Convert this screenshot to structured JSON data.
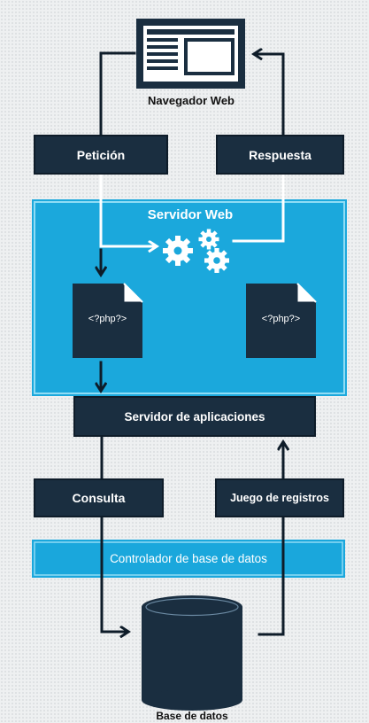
{
  "browser_label": "Navegador Web",
  "request_label": "Petición",
  "response_label": "Respuesta",
  "server_title": "Servidor Web",
  "php_file_left": "<?php?>",
  "php_file_right": "<?php?>",
  "app_server_label": "Servidor de aplicaciones",
  "query_label": "Consulta",
  "recordset_label": "Juego de registros",
  "db_driver_label": "Controlador de base de datos",
  "database_label": "Base de datos",
  "colors": {
    "dark_navy": "#1a2e40",
    "server_blue": "#1ba8dc",
    "server_border": "#8fdcf5",
    "driver_blue": "#1aa7dc",
    "white": "#ffffff",
    "background": "#eef0f1"
  },
  "icons": [
    "browser-window-icon",
    "gears-icon",
    "php-file-icon",
    "database-cylinder-icon"
  ]
}
